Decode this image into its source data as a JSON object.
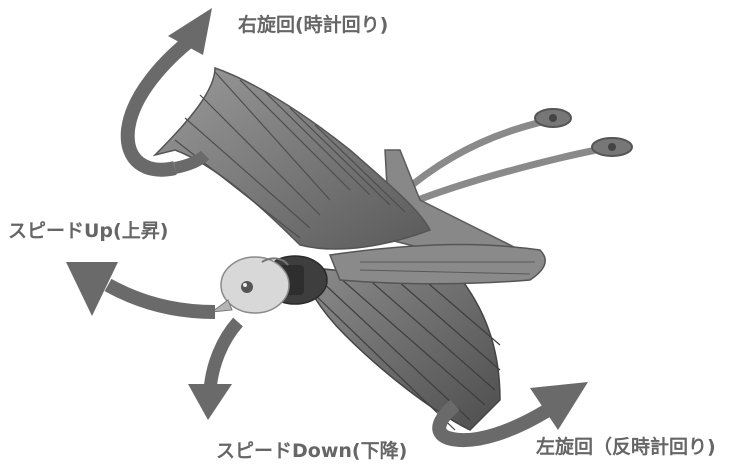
{
  "labels": {
    "right_turn": "右旋回(時計回り)",
    "speed_up": "スピードUp(上昇)",
    "speed_down": "スピードDown(下降)",
    "left_turn": "左旋回（反時計回り)"
  },
  "colors": {
    "arrow": "#6a6a6a",
    "label_text": "#666666",
    "feather_dark": "#555555",
    "feather_mid": "#8a8a8a",
    "feather_light": "#b8b8b8",
    "head": "#d8d8d8"
  },
  "illustration": "bird-ornithopter-toy"
}
